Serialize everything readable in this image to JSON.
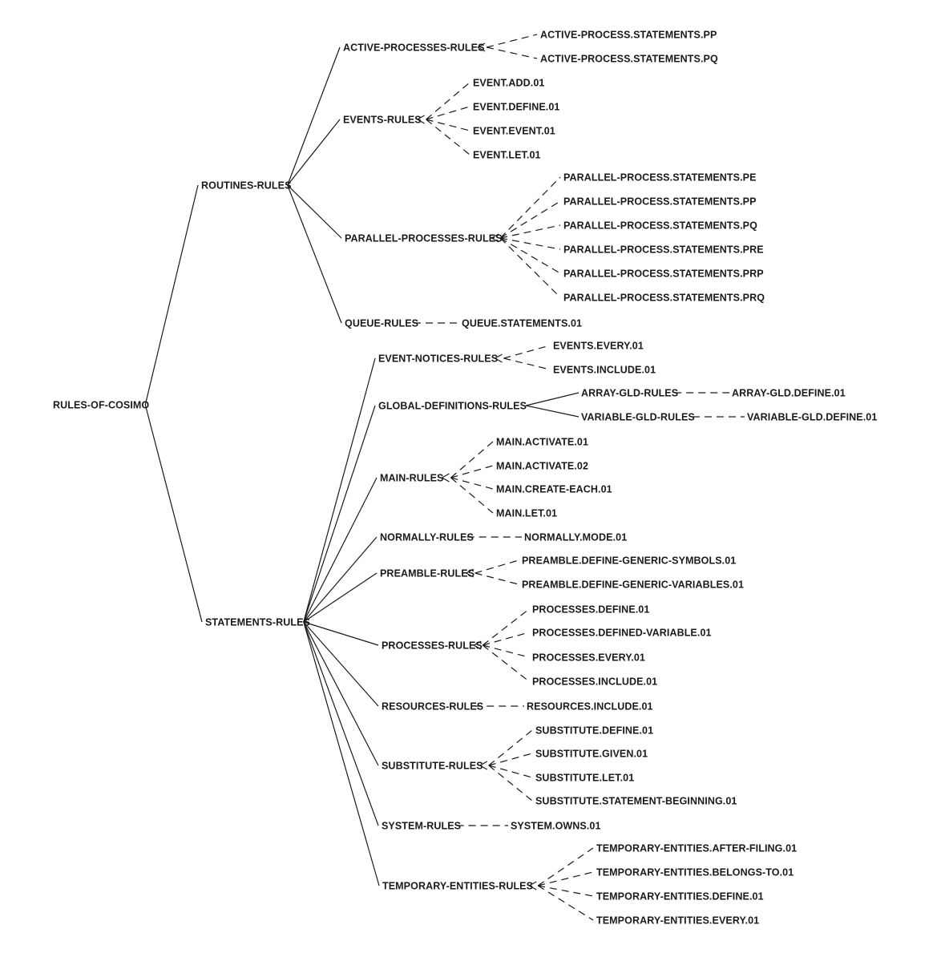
{
  "tree": {
    "label": "RULES-OF-COSIMO",
    "children": [
      {
        "label": "ROUTINES-RULES",
        "children": [
          {
            "label": "ACTIVE-PROCESSES-RULES",
            "leaves": [
              "ACTIVE-PROCESS.STATEMENTS.PP",
              "ACTIVE-PROCESS.STATEMENTS.PQ"
            ]
          },
          {
            "label": "EVENTS-RULES",
            "leaves": [
              "EVENT.ADD.01",
              "EVENT.DEFINE.01",
              "EVENT.EVENT.01",
              "EVENT.LET.01"
            ]
          },
          {
            "label": "PARALLEL-PROCESSES-RULES",
            "leaves": [
              "PARALLEL-PROCESS.STATEMENTS.PE",
              "PARALLEL-PROCESS.STATEMENTS.PP",
              "PARALLEL-PROCESS.STATEMENTS.PQ",
              "PARALLEL-PROCESS.STATEMENTS.PRE",
              "PARALLEL-PROCESS.STATEMENTS.PRP",
              "PARALLEL-PROCESS.STATEMENTS.PRQ"
            ]
          },
          {
            "label": "QUEUE-RULES",
            "leaves": [
              "QUEUE.STATEMENTS.01"
            ]
          }
        ]
      },
      {
        "label": "STATEMENTS-RULES",
        "children": [
          {
            "label": "EVENT-NOTICES-RULES",
            "leaves": [
              "EVENTS.EVERY.01",
              "EVENTS.INCLUDE.01"
            ]
          },
          {
            "label": "GLOBAL-DEFINITIONS-RULES",
            "children": [
              {
                "label": "ARRAY-GLD-RULES",
                "leaves": [
                  "ARRAY-GLD.DEFINE.01"
                ]
              },
              {
                "label": "VARIABLE-GLD-RULES",
                "leaves": [
                  "VARIABLE-GLD.DEFINE.01"
                ]
              }
            ]
          },
          {
            "label": "MAIN-RULES",
            "leaves": [
              "MAIN.ACTIVATE.01",
              "MAIN.ACTIVATE.02",
              "MAIN.CREATE-EACH.01",
              "MAIN.LET.01"
            ]
          },
          {
            "label": "NORMALLY-RULES",
            "leaves": [
              "NORMALLY.MODE.01"
            ]
          },
          {
            "label": "PREAMBLE-RULES",
            "leaves": [
              "PREAMBLE.DEFINE-GENERIC-SYMBOLS.01",
              "PREAMBLE.DEFINE-GENERIC-VARIABLES.01"
            ]
          },
          {
            "label": "PROCESSES-RULES",
            "leaves": [
              "PROCESSES.DEFINE.01",
              "PROCESSES.DEFINED-VARIABLE.01",
              "PROCESSES.EVERY.01",
              "PROCESSES.INCLUDE.01"
            ]
          },
          {
            "label": "RESOURCES-RULES",
            "leaves": [
              "RESOURCES.INCLUDE.01"
            ]
          },
          {
            "label": "SUBSTITUTE-RULES",
            "leaves": [
              "SUBSTITUTE.DEFINE.01",
              "SUBSTITUTE.GIVEN.01",
              "SUBSTITUTE.LET.01",
              "SUBSTITUTE.STATEMENT-BEGINNING.01"
            ]
          },
          {
            "label": "SYSTEM-RULES",
            "leaves": [
              "SYSTEM.OWNS.01"
            ]
          },
          {
            "label": "TEMPORARY-ENTITIES-RULES",
            "leaves": [
              "TEMPORARY-ENTITIES.AFTER-FILING.01",
              "TEMPORARY-ENTITIES.BELONGS-TO.01",
              "TEMPORARY-ENTITIES.DEFINE.01",
              "TEMPORARY-ENTITIES.EVERY.01"
            ]
          }
        ]
      }
    ]
  }
}
